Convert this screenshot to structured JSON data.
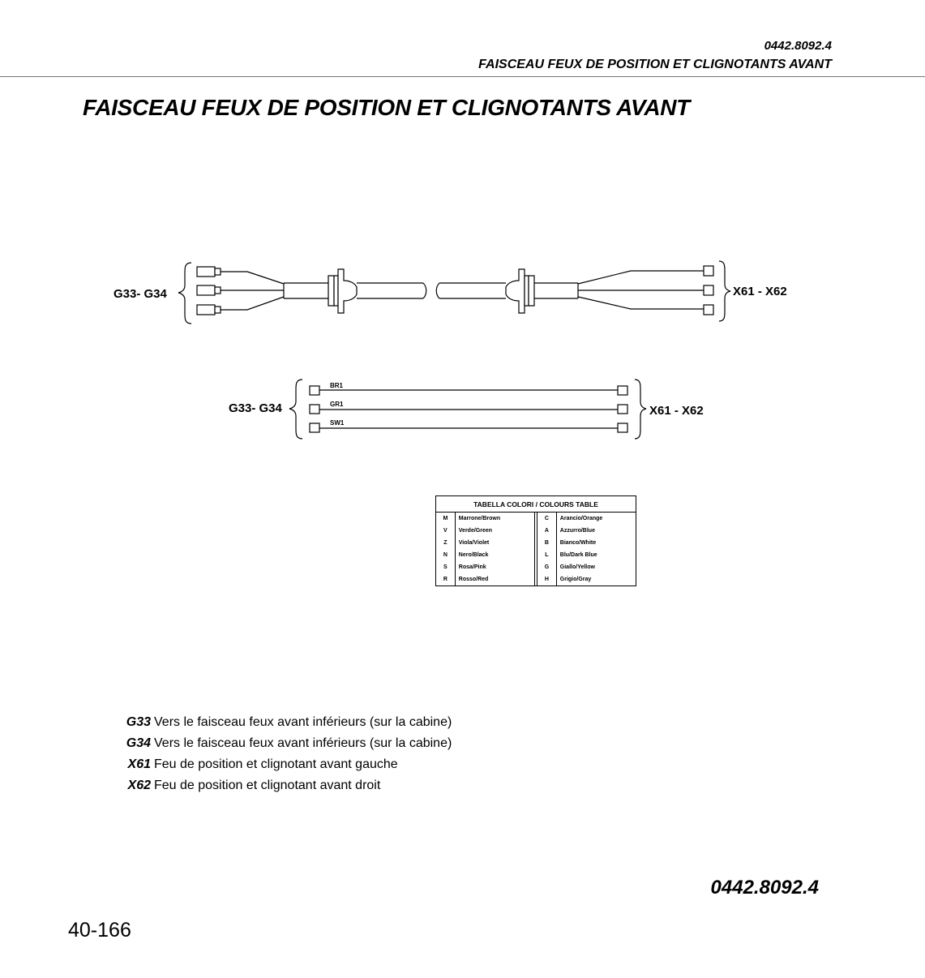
{
  "header": {
    "code": "0442.8092.4",
    "title": "FAISCEAU FEUX DE POSITION ET CLIGNOTANTS AVANT"
  },
  "page_title": "FAISCEAU FEUX DE POSITION ET CLIGNOTANTS AVANT",
  "diagram": {
    "left_label": "G33- G34",
    "right_label": "X61 - X62",
    "wires": [
      "BR1",
      "GR1",
      "SW1"
    ]
  },
  "colors_table": {
    "title": "TABELLA COLORI / COLOURS TABLE",
    "rows": [
      {
        "c1": "M",
        "n1": "Marrone/Brown",
        "c2": "C",
        "n2": "Arancio/Orange"
      },
      {
        "c1": "V",
        "n1": "Verde/Green",
        "c2": "A",
        "n2": "Azzurro/Blue"
      },
      {
        "c1": "Z",
        "n1": "Viola/Violet",
        "c2": "B",
        "n2": "Bianco/White"
      },
      {
        "c1": "N",
        "n1": "Nero/Black",
        "c2": "L",
        "n2": "Blu/Dark Blue"
      },
      {
        "c1": "S",
        "n1": "Rosa/Pink",
        "c2": "G",
        "n2": "Giallo/Yellow"
      },
      {
        "c1": "R",
        "n1": "Rosso/Red",
        "c2": "H",
        "n2": "Grigio/Gray"
      }
    ]
  },
  "legend": [
    {
      "code": "G33",
      "text": "Vers le faisceau feux avant inférieurs (sur la cabine)"
    },
    {
      "code": "G34",
      "text": "Vers le faisceau feux avant inférieurs (sur la cabine)"
    },
    {
      "code": "X61",
      "text": "Feu de position et clignotant avant gauche"
    },
    {
      "code": "X62",
      "text": "Feu de position et clignotant avant droit"
    }
  ],
  "footer": {
    "doc_number": "0442.8092.4",
    "page_number": "40-166"
  }
}
